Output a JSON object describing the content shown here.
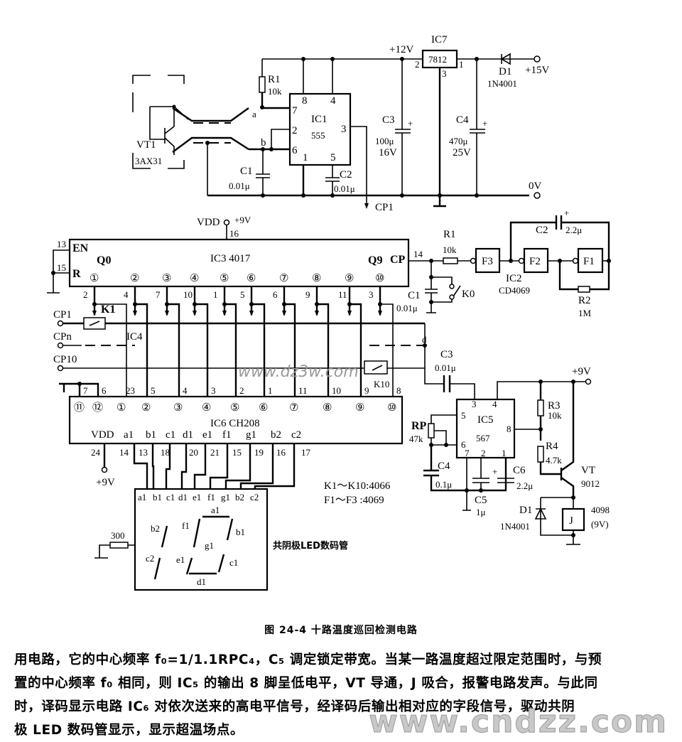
{
  "figure": {
    "caption": "图 24-4   十路温度巡回检测电路",
    "watermark_top": "www.dz3w.com",
    "watermark_bottom": "www.cndzz.com"
  },
  "power_supply": {
    "ic7_label": "IC7",
    "ic7_part": "7812",
    "ic7_pins": [
      "2",
      "1",
      "3"
    ],
    "v12": "+12V",
    "v15": "+15V",
    "v0": "0V",
    "d1_label": "D1",
    "d1_part": "1N4001",
    "c3_label": "C3",
    "c3_value": "100μ",
    "c3_voltage": "16V",
    "c4_label": "C4",
    "c4_value": "470μ",
    "c4_voltage": "25V"
  },
  "oscillator_555": {
    "ic1_label": "IC1",
    "ic1_part": "555",
    "pins": [
      "8",
      "4",
      "7",
      "2",
      "6",
      "1",
      "5",
      "3"
    ],
    "r1_label": "R1",
    "r1_value": "10k",
    "c1_label": "C1",
    "c1_value": "0.01μ",
    "c2_label": "C2",
    "c2_value": "0.01μ",
    "node_a": "a",
    "node_b": "b",
    "sensor_label": "VT1",
    "sensor_part": "3AX31",
    "output_label": "CP1"
  },
  "counter_4017": {
    "title": "IC3 4017",
    "vdd": "VDD",
    "vdd_value": "+9V",
    "vdd_pin": "16",
    "en_label": "EN",
    "en_pin": "13",
    "r_label": "R",
    "r_pin": "15",
    "q0_label": "Q0",
    "q9_label": "Q9",
    "cp_label": "CP",
    "cp_pin": "14",
    "outputs": [
      {
        "circle": "①",
        "pin": "2"
      },
      {
        "circle": "②",
        "pin": "4"
      },
      {
        "circle": "③",
        "pin": "7"
      },
      {
        "circle": "④",
        "pin": "10"
      },
      {
        "circle": "⑤",
        "pin": "1"
      },
      {
        "circle": "⑥",
        "pin": "5"
      },
      {
        "circle": "⑦",
        "pin": "6"
      },
      {
        "circle": "⑧",
        "pin": "9"
      },
      {
        "circle": "⑨",
        "pin": "11"
      },
      {
        "circle": "⑩",
        "pin": "3"
      }
    ]
  },
  "clock_osc": {
    "r1_label": "R1",
    "r1_value": "10k",
    "c1_label": "C1",
    "c1_value": "0.01μ",
    "k0_label": "K0",
    "f1": "F1",
    "f2": "F2",
    "f3": "F3",
    "ic2_label": "IC2",
    "ic2_part": "CD4069",
    "c2_label": "C2",
    "c2_value": "2.2μ",
    "r2_label": "R2",
    "r2_value": "1M"
  },
  "switches": {
    "cp_inputs": [
      "CP1",
      "CPn",
      "CP10"
    ],
    "k1_label": "K1",
    "k10_label": "K10",
    "ic4_label": "IC4",
    "node_d": "d",
    "c3_label": "C3",
    "c3_value": "0.01μ"
  },
  "decoder": {
    "title": "IC6 CH208",
    "top_pins": [
      {
        "circle": "⑪",
        "pin": "7"
      },
      {
        "circle": "⑫",
        "pin": "6"
      },
      {
        "circle": "①",
        "pin": "23"
      },
      {
        "circle": "②",
        "pin": "5"
      },
      {
        "circle": "③",
        "pin": "4"
      },
      {
        "circle": "④",
        "pin": "3"
      },
      {
        "circle": "⑤",
        "pin": "2"
      },
      {
        "circle": "⑥",
        "pin": "1"
      },
      {
        "circle": "⑦",
        "pin": "11"
      },
      {
        "circle": "⑧",
        "pin": "10"
      },
      {
        "circle": "⑨",
        "pin": "9"
      },
      {
        "circle": "⑩",
        "pin": "8"
      }
    ],
    "bottom_pins": [
      {
        "label": "VDD",
        "pin": "24"
      },
      {
        "label": "a1",
        "pin": "14"
      },
      {
        "label": "b1",
        "pin": "13"
      },
      {
        "label": "c1",
        "pin": "18"
      },
      {
        "label": "d1",
        "pin": "20"
      },
      {
        "label": "e1",
        "pin": "21"
      },
      {
        "label": "f1",
        "pin": "15"
      },
      {
        "label": "g1",
        "pin": "19"
      },
      {
        "label": "b2",
        "pin": "16"
      },
      {
        "label": "c2",
        "pin": "17"
      }
    ],
    "vdd_value": "+9V"
  },
  "led_display": {
    "pins": [
      "a1",
      "b1",
      "c1",
      "d1",
      "e1",
      "f1",
      "g1",
      "b2",
      "c2"
    ],
    "segments": [
      "a1",
      "b2",
      "f1",
      "b1",
      "g1",
      "c2",
      "e1",
      "c1",
      "d1"
    ],
    "resistor_value": "300",
    "label": "共阴极LED数码管"
  },
  "legend": {
    "line1": "K1～K10:4066",
    "line2": "F1～F3 :4069"
  },
  "pll_567": {
    "ic5_label": "IC5",
    "ic5_part": "567",
    "pins": [
      "3",
      "4",
      "5",
      "8",
      "6",
      "7",
      "2",
      "1"
    ],
    "rp_label": "RP",
    "rp_value": "47k",
    "c4_label": "C4",
    "c4_value": "0.1μ",
    "c5_label": "C5",
    "c5_value": "1μ",
    "c6_label": "C6",
    "c6_value": "2.2μ",
    "r3_label": "R3",
    "r3_value": "10k",
    "r4_label": "R4",
    "r4_value": "4.7k",
    "vt_label": "VT",
    "vt_part": "9012",
    "d1_label": "D1",
    "d1_part": "1N4001",
    "relay_label": "J",
    "relay_part": "4098",
    "relay_voltage": "(9V)",
    "supply": "+9V"
  },
  "body_text": [
    "用电路，它的中心频率 f₀=1/1.1RPC₄，C₅ 调定锁定带宽。当某一路温度超过限定范围时，与预",
    "置的中心频率 f₀ 相同，则 IC₅ 的输出 8 脚呈低电平，VT 导通，J 吸合，报警电路发声。与此同",
    "时，译码显示电路 IC₆ 对依次送来的高电平信号，经译码后输出相对应的字段信号，驱动共阴",
    "极 LED 数码管显示，显示超温场点。"
  ]
}
